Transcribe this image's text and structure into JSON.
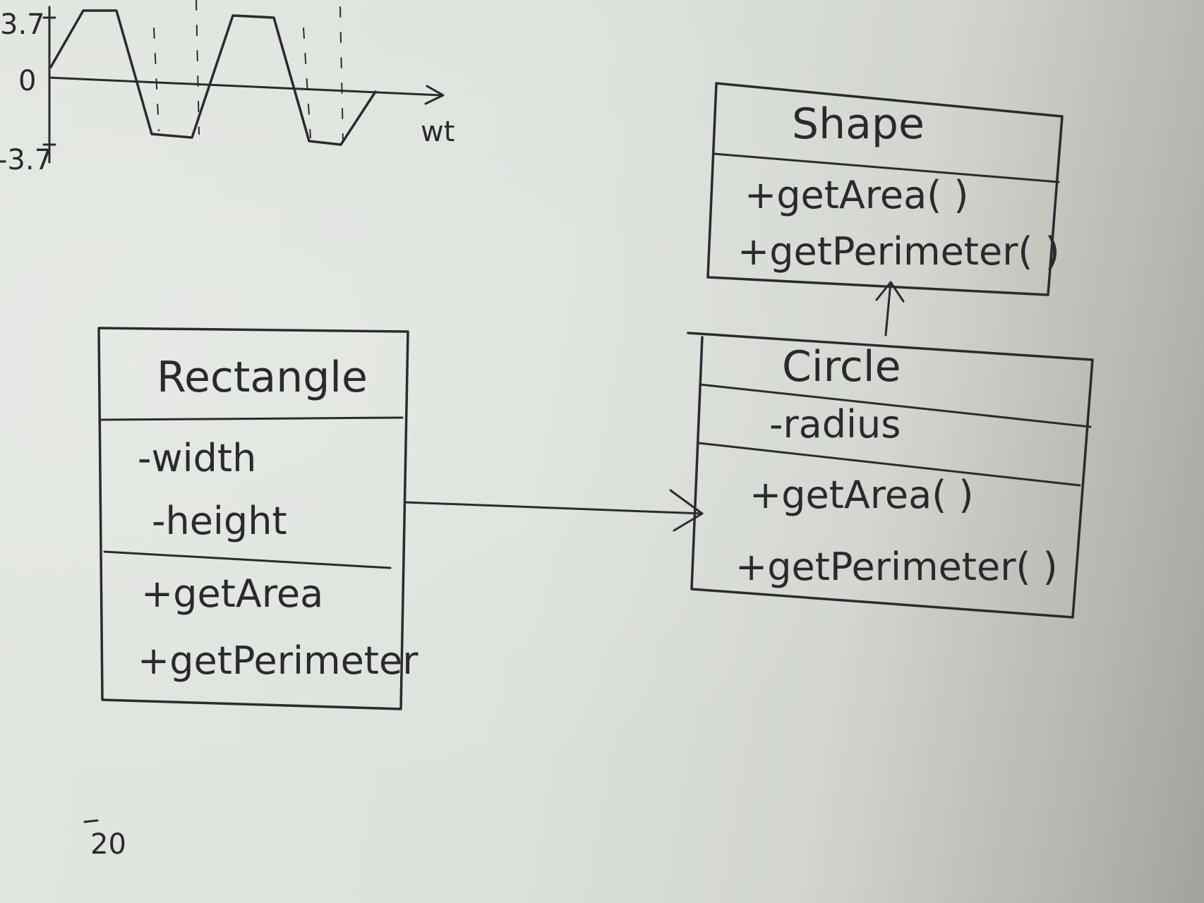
{
  "waveform": {
    "y_top_label": "3.7",
    "y_zero_label": "0",
    "y_bottom_label": "-3.7",
    "x_axis_label": "wt"
  },
  "classes": {
    "shape": {
      "name": "Shape",
      "attributes": [],
      "methods": [
        "+getArea( )",
        "+getPerimeter( )"
      ]
    },
    "rectangle": {
      "name": "Rectangle",
      "attributes": [
        "-width",
        "-height"
      ],
      "methods": [
        "+getArea",
        "+getPerimeter"
      ]
    },
    "circle": {
      "name": "Circle",
      "attributes": [
        "-radius"
      ],
      "methods": [
        "+getArea( )",
        "+getPerimeter( )"
      ]
    }
  },
  "relations": [
    {
      "from": "Circle",
      "to": "Shape",
      "type": "inheritance"
    },
    {
      "from": "Rectangle",
      "to": "Circle",
      "type": "association"
    }
  ],
  "page_mark": "20"
}
